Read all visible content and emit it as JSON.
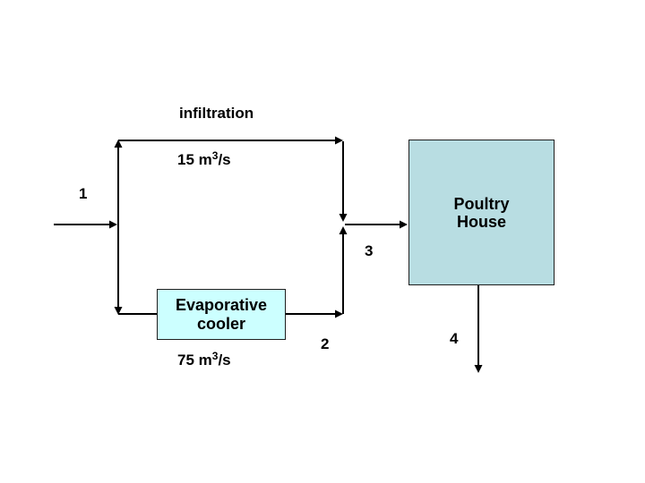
{
  "diagram": {
    "background": "#ffffff",
    "line_color": "#000000",
    "labels": {
      "infiltration": "infiltration",
      "stream_1": "1",
      "stream_2": "2",
      "stream_3": "3",
      "stream_4": "4"
    },
    "flow_rates": {
      "infiltration_duct": {
        "prefix": "15 m",
        "sup": "3",
        "suffix": "/s"
      },
      "cooler_duct": {
        "prefix": "75 m",
        "sup": "3",
        "suffix": "/s"
      }
    },
    "nodes": {
      "poultry_house": {
        "line1": "Poultry",
        "line2": "House",
        "fill": "#b8dde2",
        "border": "#1f1f1f"
      },
      "evaporative_cooler": {
        "line1": "Evaporative",
        "line2": "cooler",
        "fill": "#ccffff",
        "border": "#1f1f1f"
      }
    }
  }
}
